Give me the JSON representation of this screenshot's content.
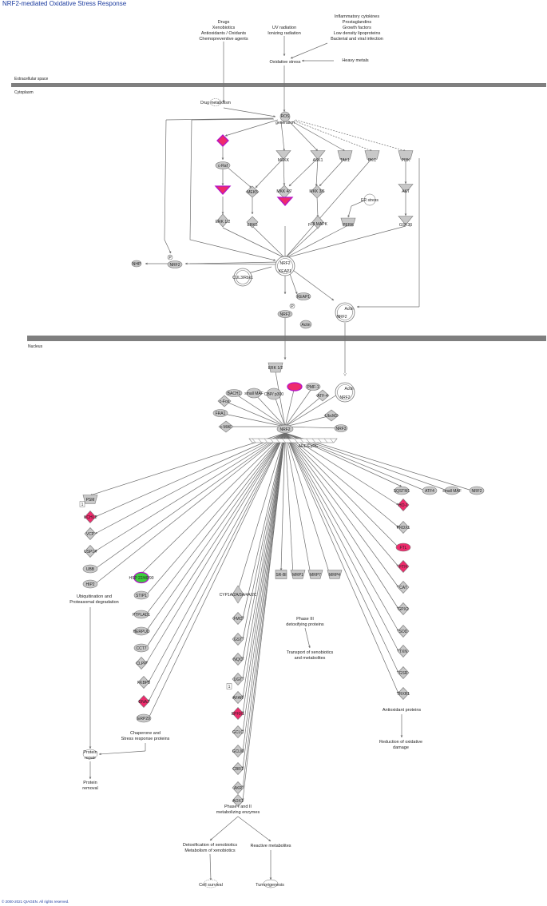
{
  "title": "NRF2-mediated Oxidative Stress Response",
  "copyright": "© 2000-2021 QIAGEN. All rights reserved.",
  "compartments": {
    "extracellular": "Extracellular space",
    "cytoplasm": "Cytoplasm",
    "nucleus": "Nucleus"
  },
  "inputs": {
    "drugs": [
      "Drugs",
      "Xenobiotics",
      "Antioxidants / Oxidants",
      "Chemopreventive agents"
    ],
    "uv": [
      "UV radiation",
      "Ionizing radiation"
    ],
    "inflammatory": [
      "Inflammatory cytokines",
      "Prostaglandins",
      "Growth factors",
      "Low density lipoproteins",
      "Bacterial and viral infection"
    ],
    "oxidative_stress": "Oxidative stress",
    "heavy_metals": "Heavy metals"
  },
  "cytoplasm_nodes": {
    "drug_metabolism": "Drug metabolism",
    "ros": "ROS",
    "ros_sub": "generation",
    "craf": "c-Raf",
    "mekk": "MEKK",
    "ask1": "ASK1",
    "tak1": "TAK1",
    "pkc": "PKC",
    "pi3k": "PI3K",
    "akt": "AKT",
    "gsk3b": "GSK3β",
    "mek5": "MEK5",
    "mkk47": "MKK 4/7",
    "mkk36": "MKK 3/6",
    "erk12": "ERK 1/2",
    "erk5": "ERK5",
    "p38": "p38 MAPK",
    "er_stress": "ER stress",
    "perk": "PERK",
    "nrf2": "NRF2",
    "keap1": "KEAP1",
    "cul3": "CUL3/Rbx1",
    "mkeap1": "KEAP1",
    "actin": "Actin",
    "actin2": "Actin",
    "nhp": "NHP",
    "p": "P"
  },
  "nucleus_nodes": {
    "erk": "ERK 1/2",
    "bach1": "BACH1",
    "smaf": "small MAF",
    "cbp": "CBP/ p300",
    "pmf1": "PMF-1",
    "atf4": "ATF-4",
    "cfos": "c-Fos",
    "fra1": "FRA1",
    "cmaf": "c-MAF",
    "actin": "Actin",
    "nrf2": "NRF2",
    "ubcm2": "UbcM2",
    "nrf2b": "NRF2",
    "nrf3": "NRF3",
    "are": "ARE/EpRE"
  },
  "groups": {
    "ubiquitin": {
      "items": [
        "PSM",
        "UCHL1",
        "VCP",
        "USP14",
        "UBB",
        "HIP2"
      ],
      "caption": [
        "Ubiquitination and",
        "Proteasomal degradation"
      ]
    },
    "chaperone": {
      "items": [
        "HSP 22/40/90",
        "STIP1",
        "PTPLAD1",
        "HERPUD",
        "CCT7",
        "CLPP",
        "FKBP5",
        "DNAJ",
        "ERP29"
      ],
      "caption": [
        "Chaperone and",
        "Stress response proteins"
      ]
    },
    "phase12": {
      "items": [
        "CYP1A/2A/3A/4A/2C",
        "FMO",
        "GST",
        "NQO",
        "UGT",
        "AFAR",
        "EPHX1",
        "GCLC",
        "GCLM",
        "CBR1",
        "AKR",
        "AOX1"
      ],
      "caption": [
        "Phase I and II",
        "metabolizing enzymes"
      ]
    },
    "phase3": {
      "items": [
        "SR-BI",
        "MRP1",
        "MRP7",
        "MRP4"
      ],
      "caption": [
        "Phase III",
        "detoxifying proteins"
      ]
    },
    "antioxidant": {
      "items": [
        "SQSTM1",
        "ATF4",
        "small MAF",
        "NRF2",
        "HO-1",
        "PRDX1",
        "FTL",
        "FTH",
        "CAT",
        "GPX2",
        "SOD",
        "TXN",
        "GSR",
        "TRXR1"
      ],
      "caption": [
        "Antioxidant proteins"
      ]
    }
  },
  "outcomes": {
    "protein_repair": [
      "Protein",
      "repair"
    ],
    "protein_removal": [
      "Protein",
      "removal"
    ],
    "transport": [
      "Transport of xenobiotics",
      "and metabolites"
    ],
    "reduction": [
      "Reduction of oxidative",
      "damage"
    ],
    "detox": [
      "Detoxification of xenobiotics",
      "Metabolism of xenobiotics"
    ],
    "reactive": "Reactive metabolites",
    "cell_survival": "Cell survival",
    "tumorigenesis": "Tumorigenesis"
  },
  "badges": {
    "one": "1"
  },
  "colors": {
    "node_fill": "#c8c8c8",
    "node_stroke": "#7a7a7a",
    "edge": "#6f6f6f",
    "membrane": "#7f7f7f",
    "up": "#ee2b6c",
    "up_outline": "#b313c8",
    "down": "#3ccf3c",
    "title": "#1a3a9e"
  }
}
